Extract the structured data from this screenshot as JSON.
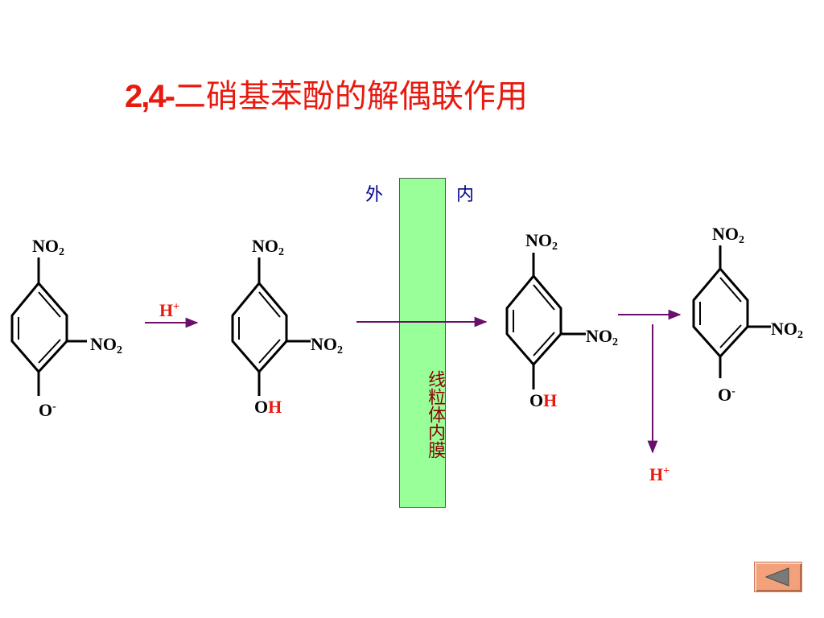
{
  "title": {
    "prefix": "2,4-",
    "main": "二硝基苯酚的解偶联作用"
  },
  "sides": {
    "outer": "外",
    "inner": "内"
  },
  "membrane": {
    "label": "线粒体内膜"
  },
  "molecules": [
    {
      "top": "NO",
      "top_sub": "2",
      "right": "NO",
      "right_sub": "2",
      "bottom": "O",
      "bottom_sup": "-"
    },
    {
      "top": "NO",
      "top_sub": "2",
      "right": "NO",
      "right_sub": "2",
      "bottom_o": "O",
      "bottom_h": "H"
    },
    {
      "top": "NO",
      "top_sub": "2",
      "right": "NO",
      "right_sub": "2",
      "bottom_o": "O",
      "bottom_h": "H"
    },
    {
      "top": "NO",
      "top_sub": "2",
      "right": "NO",
      "right_sub": "2",
      "bottom": "O",
      "bottom_sup": "-"
    }
  ],
  "protons": [
    {
      "base": "H",
      "sup": "+"
    },
    {
      "base": "H",
      "sup": "+"
    }
  ],
  "colors": {
    "title": "#e8190f",
    "arrow": "#6a0f6a",
    "membrane": "#99ff99",
    "side_text": "#00008b",
    "membrane_text": "#8b0000"
  },
  "icons": {
    "back": "back-triangle-icon"
  }
}
